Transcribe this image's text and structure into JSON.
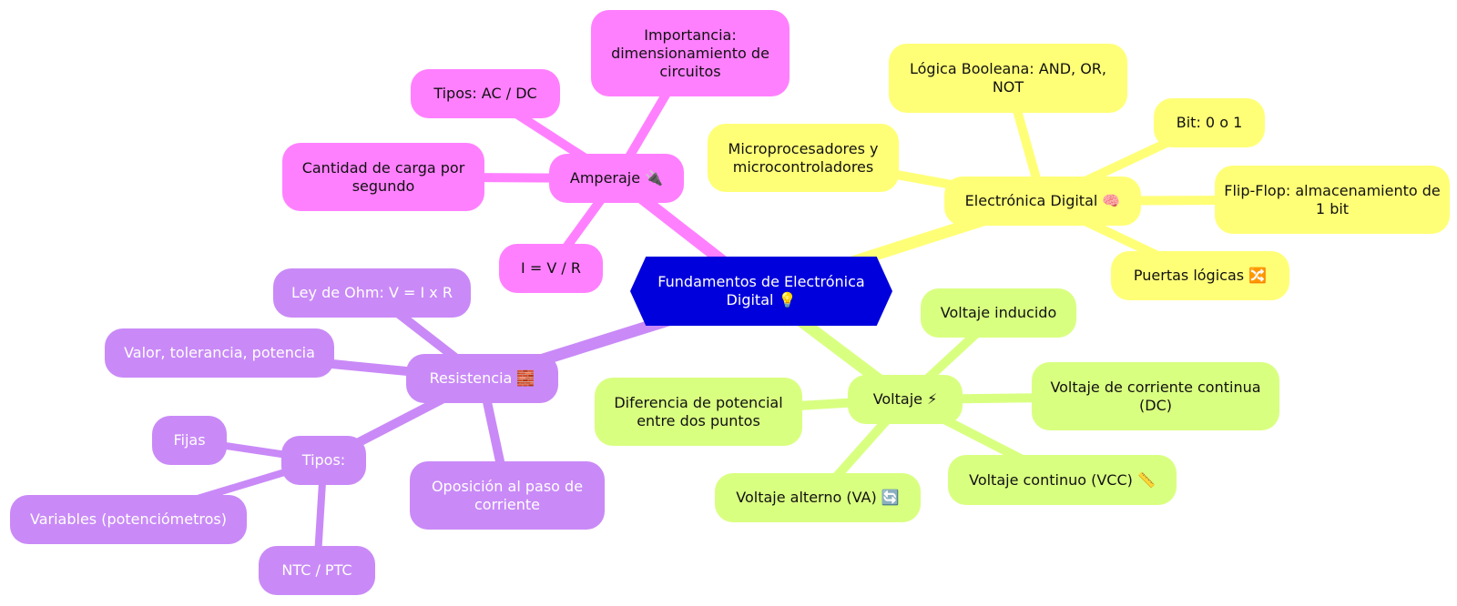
{
  "root": {
    "label": "Fundamentos de Electrónica Digital 💡"
  },
  "colors": {
    "root": "#0000dd",
    "amperaje": "#ff80ff",
    "digital": "#ffff77",
    "voltaje": "#d9ff80",
    "resistencia": "#c98af7"
  },
  "branches": {
    "amperaje": {
      "label": "Amperaje 🔌",
      "children": [
        "Importancia: dimensionamiento de circuitos",
        "Tipos: AC / DC",
        "Cantidad de carga por segundo",
        "I = V / R"
      ]
    },
    "digital": {
      "label": "Electrónica Digital 🧠",
      "children": [
        "Lógica Booleana: AND, OR, NOT",
        "Bit: 0 o 1",
        "Microprocesadores y microcontroladores",
        "Flip-Flop: almacenamiento de 1 bit",
        "Puertas lógicas 🔀"
      ]
    },
    "voltaje": {
      "label": "Voltaje ⚡",
      "children": [
        "Voltaje inducido",
        "Diferencia de potencial entre dos puntos",
        "Voltaje de corriente continua (DC)",
        "Voltaje continuo (VCC) 📏",
        "Voltaje alterno (VA) 🔄"
      ]
    },
    "resistencia": {
      "label": "Resistencia 🧱",
      "children": [
        "Ley de Ohm: V = I x R",
        "Valor, tolerancia, potencia",
        "Oposición al paso de corriente"
      ],
      "tipos": {
        "label": "Tipos:",
        "children": [
          "Fijas",
          "Variables (potenciómetros)",
          "NTC / PTC"
        ]
      }
    }
  }
}
